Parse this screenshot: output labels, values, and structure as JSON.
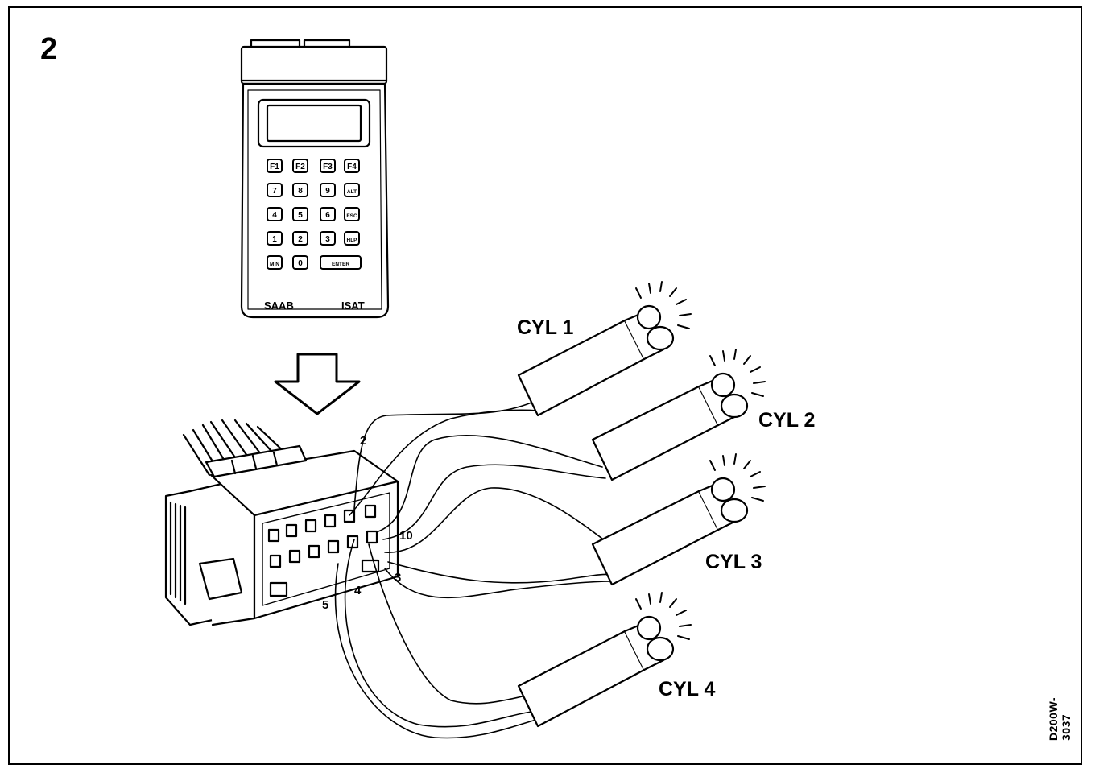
{
  "figure": {
    "number": "2",
    "doc_id": "D200W-3037"
  },
  "tester": {
    "brand": "SAAB",
    "model": "ISAT",
    "keys": {
      "row1": [
        "F1",
        "F2",
        "F3",
        "F4"
      ],
      "row2": [
        "7",
        "8",
        "9",
        "ALT"
      ],
      "row3": [
        "4",
        "5",
        "6",
        "ESC"
      ],
      "row4": [
        "1",
        "2",
        "3",
        "HLP"
      ],
      "row5": [
        "MIN",
        "0",
        "ENTER"
      ]
    }
  },
  "connector": {
    "pins": [
      "2",
      "10",
      "3",
      "4",
      "5"
    ]
  },
  "cylinders": [
    "CYL 1",
    "CYL 2",
    "CYL 3",
    "CYL 4"
  ]
}
